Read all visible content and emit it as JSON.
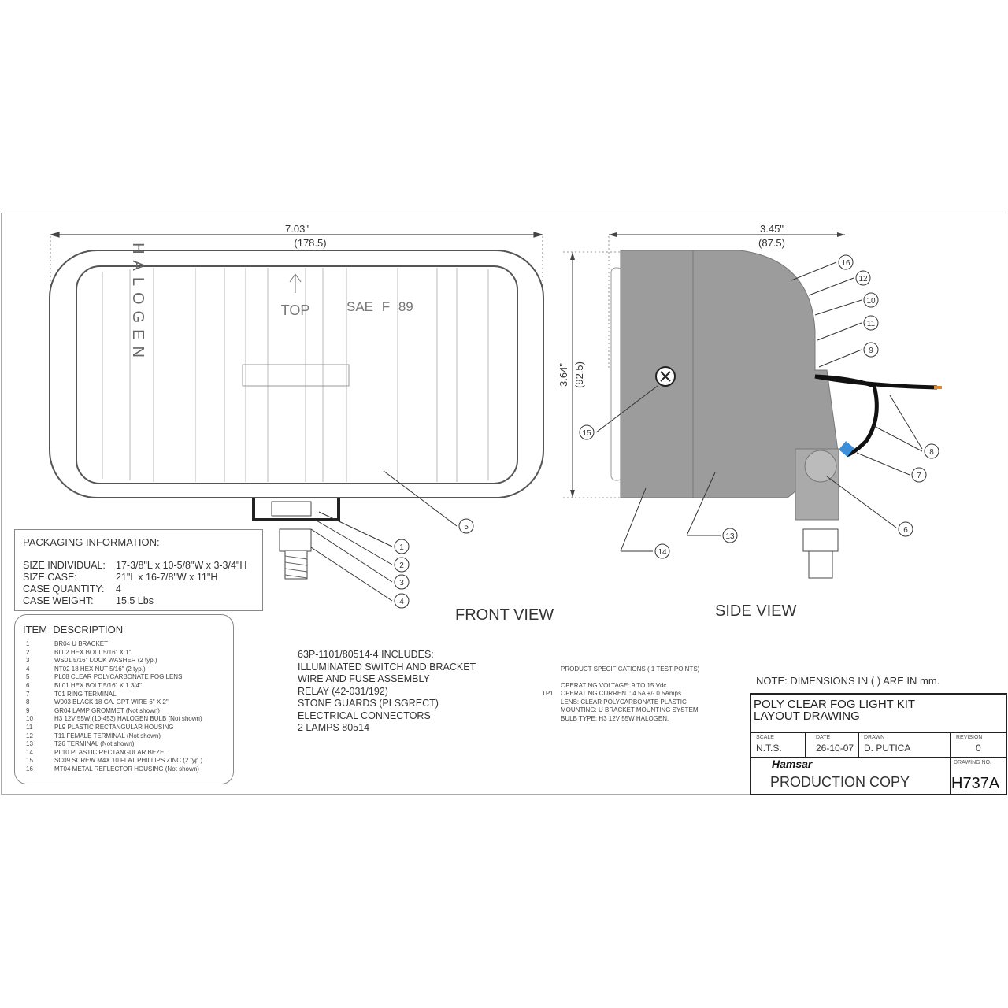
{
  "front_view": {
    "label": "FRONT VIEW",
    "width_in": "7.03\"",
    "width_mm": "(178.5)",
    "lens_text": "HALOGEN",
    "top_label": "TOP",
    "sae_label": "SAE F 89"
  },
  "side_view": {
    "label": "SIDE VIEW",
    "depth_in": "3.45\"",
    "depth_mm": "(87.5)",
    "height_in": "3.64\"",
    "height_mm": "(92.5)"
  },
  "callouts": [
    "1",
    "2",
    "3",
    "4",
    "5",
    "6",
    "7",
    "8",
    "9",
    "10",
    "11",
    "12",
    "13",
    "14",
    "15",
    "16"
  ],
  "packaging": {
    "title": "PACKAGING INFORMATION:",
    "rows": [
      {
        "label": "SIZE INDIVIDUAL:",
        "value": "17-3/8\"L x 10-5/8\"W x 3-3/4\"H"
      },
      {
        "label": "SIZE CASE:",
        "value": "21\"L x 16-7/8\"W x 11\"H"
      },
      {
        "label": "CASE QUANTITY:",
        "value": "4"
      },
      {
        "label": "CASE WEIGHT:",
        "value": "15.5 Lbs"
      }
    ]
  },
  "items": {
    "header_item": "ITEM",
    "header_desc": "DESCRIPTION",
    "rows": [
      {
        "n": "1",
        "d": "BR04 U BRACKET"
      },
      {
        "n": "2",
        "d": "BL02 HEX BOLT 5/16\" X 1\""
      },
      {
        "n": "3",
        "d": "WS01 5/16\" LOCK WASHER (2 typ.)"
      },
      {
        "n": "4",
        "d": "NT02 18 HEX NUT 5/16\" (2 typ.)"
      },
      {
        "n": "5",
        "d": "PL08 CLEAR POLYCARBONATE FOG LENS"
      },
      {
        "n": "6",
        "d": "BL01 HEX BOLT 5/16\" X 1 3/4\""
      },
      {
        "n": "7",
        "d": "T01 RING TERMINAL"
      },
      {
        "n": "8",
        "d": "W003 BLACK 18 GA. GPT WIRE 6\" X 2\""
      },
      {
        "n": "9",
        "d": "GR04 LAMP GROMMET (Not shown)"
      },
      {
        "n": "10",
        "d": "H3 12V 55W (10-453) HALOGEN BULB (Not shown)"
      },
      {
        "n": "11",
        "d": "PL9 PLASTIC RECTANGULAR HOUSING"
      },
      {
        "n": "12",
        "d": "T11 FEMALE TERMINAL (Not shown)"
      },
      {
        "n": "13",
        "d": "T26 TERMINAL (Not shown)"
      },
      {
        "n": "14",
        "d": "PL10 PLASTIC RECTANGULAR BEZEL"
      },
      {
        "n": "15",
        "d": "SC09 SCREW M4X 10 FLAT PHILLIPS ZINC (2 typ.)"
      },
      {
        "n": "16",
        "d": "MT04 METAL REFLECTOR HOUSING (Not shown)"
      }
    ]
  },
  "includes": [
    "63P-1101/80514-4 INCLUDES:",
    "ILLUMINATED SWITCH AND BRACKET",
    "WIRE AND FUSE ASSEMBLY",
    "RELAY  (42-031/192)",
    "STONE GUARDS  (PLSGRECT)",
    "ELECTRICAL CONNECTORS",
    "2 LAMPS 80514"
  ],
  "specs": {
    "title": "PRODUCT SPECIFICATIONS ( 1 TEST POINTS)",
    "test_point": "TP1",
    "lines": [
      "OPERATING VOLTAGE: 9 TO 15 Vdc.",
      "OPERATING CURRENT: 4.5A +/- 0.5Amps.",
      "LENS: CLEAR POLYCARBONATE PLASTIC",
      "MOUNTING: U BRACKET MOUNTING SYSTEM",
      "BULB TYPE: H3 12V 55W HALOGEN."
    ]
  },
  "note": "NOTE: DIMENSIONS IN (  ) ARE IN mm.",
  "title_block": {
    "title_line1": "POLY CLEAR FOG LIGHT KIT",
    "title_line2": "LAYOUT DRAWING",
    "scale_label": "SCALE",
    "scale": "N.T.S.",
    "date_label": "DATE",
    "date": "26-10-07",
    "drawn_label": "DRAWN",
    "drawn": "D. PUTICA",
    "revision_label": "REVISION",
    "revision": "0",
    "brand": "Hamsar",
    "status": "PRODUCTION COPY",
    "drawing_no_label": "DRAWING NO.",
    "drawing_no": "H737A"
  },
  "colors": {
    "body": "#9c9c9c",
    "wire_tip": "#e08a2a",
    "connector": "#3a8fd8"
  }
}
